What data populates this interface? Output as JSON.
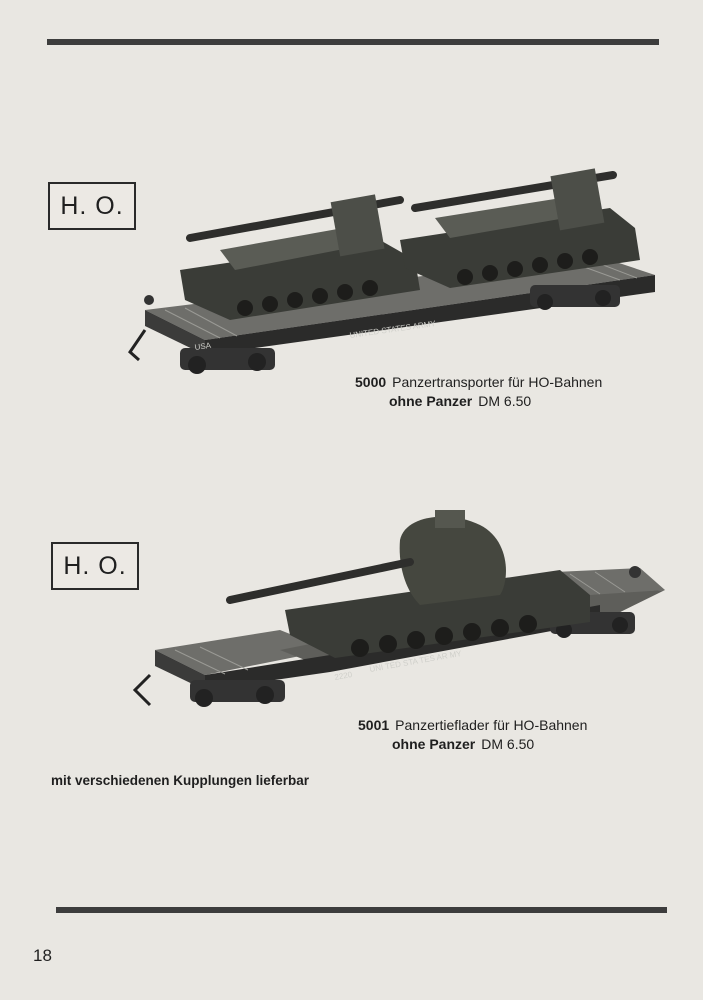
{
  "page": {
    "number": "18"
  },
  "items": [
    {
      "scale_label": "H. O.",
      "number": "5000",
      "title": "Panzertransporter für HO-Bahnen",
      "variant": "ohne Panzer",
      "price": "DM 6.50",
      "markings": {
        "left": "USA",
        "center": "UNITED STATES ARMY"
      }
    },
    {
      "scale_label": "H. O.",
      "number": "5001",
      "title": "Panzertieflader für HO-Bahnen",
      "variant": "ohne Panzer",
      "price": "DM 6.50",
      "markings": {
        "left": "2220",
        "center": "UNI TED STA TES AR MY"
      }
    }
  ],
  "footnote": "mit verschiedenen Kupplungen lieferbar"
}
